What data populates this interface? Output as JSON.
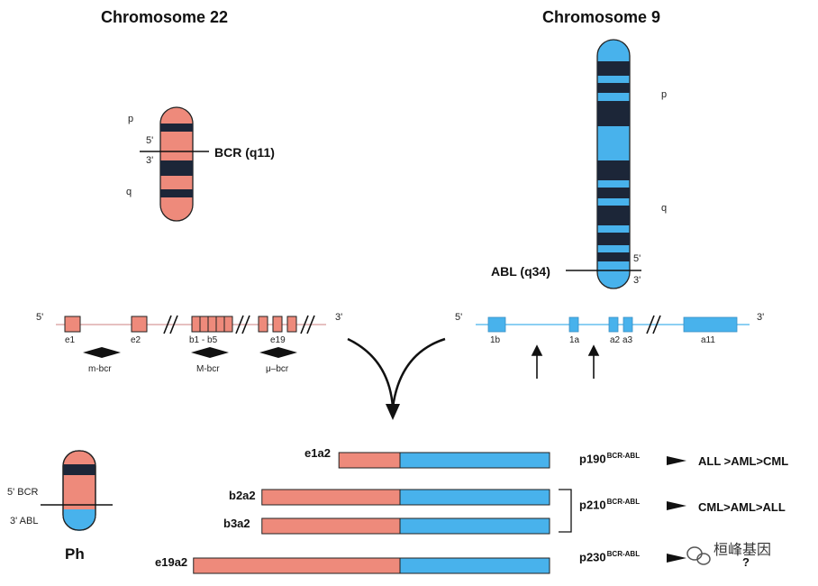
{
  "chromosomes": {
    "chr22": {
      "title": "Chromosome 22",
      "p": "p",
      "q": "q",
      "five": "5'",
      "three": "3'",
      "breakpoint": "BCR (q11)"
    },
    "chr9": {
      "title": "Chromosome 9",
      "p": "p",
      "q": "q",
      "five": "5'",
      "three": "3'",
      "breakpoint": "ABL (q34)"
    },
    "ph": {
      "label": "Ph",
      "five_bcr": "5' BCR",
      "three_abl": "3' ABL"
    }
  },
  "bcr_gene": {
    "five": "5'",
    "three": "3'",
    "exons": [
      "e1",
      "e2",
      "b1 - b5",
      "e19"
    ],
    "regions": [
      "m-bcr",
      "M-bcr",
      "μ–bcr"
    ]
  },
  "abl_gene": {
    "five": "5'",
    "three": "3'",
    "exons": [
      "1b",
      "1a",
      "a2",
      "a3",
      "a11"
    ]
  },
  "transcripts": [
    {
      "name": "e1a2",
      "bcr_portion": 0.29,
      "product": "p190",
      "sup": "BCR-ABL",
      "diseases": "ALL >AML>CML"
    },
    {
      "name": "b2a2",
      "bcr_portion": 0.48,
      "product": "p210",
      "sup": "BCR-ABL",
      "diseases": "CML>AML>ALL"
    },
    {
      "name": "b3a2",
      "bcr_portion": 0.48,
      "product": "",
      "sup": "",
      "diseases": ""
    },
    {
      "name": "e19a2",
      "bcr_portion": 0.58,
      "product": "p230",
      "sup": "BCR-ABL",
      "diseases": "?"
    }
  ],
  "watermark": "桓峰基因",
  "colors": {
    "bcr": "#ee8a7b",
    "abl": "#48b2ec",
    "band": "#1c2638",
    "line": "#111111",
    "gene_line_bcr": "#d89a9a",
    "gene_line_abl": "#48b2ec"
  }
}
